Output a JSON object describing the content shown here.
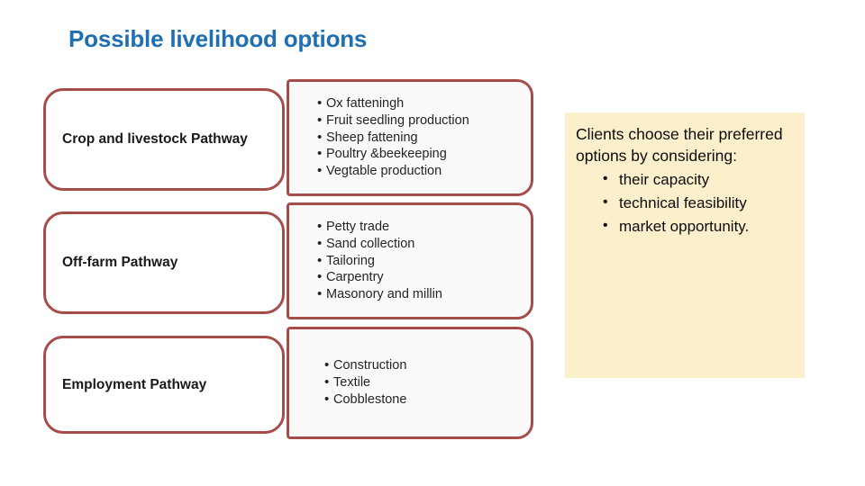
{
  "slide": {
    "title": "Possible livelihood options",
    "title_color": "#1F6FB2",
    "background": "#ffffff"
  },
  "diagram": {
    "box_border_color": "#A64D4B",
    "options_background": "#FAFAFA",
    "rows": [
      {
        "pathway": "Crop and livestock Pathway",
        "options": [
          "Ox fatteningh",
          "Fruit seedling production",
          "Sheep fattening",
          "Poultry &beekeeping",
          "Vegtable production"
        ]
      },
      {
        "pathway": "Off-farm Pathway",
        "options": [
          "Petty trade",
          "Sand collection",
          "Tailoring",
          "Carpentry",
          "Masonory and millin"
        ]
      },
      {
        "pathway": "Employment Pathway",
        "options": [
          "Construction",
          "Textile",
          "Cobblestone"
        ]
      }
    ]
  },
  "note_panel": {
    "background": "#FCEFCB",
    "intro": "Clients choose their preferred options by considering:",
    "bullets": [
      "their capacity",
      "technical feasibility",
      "market opportunity."
    ]
  }
}
